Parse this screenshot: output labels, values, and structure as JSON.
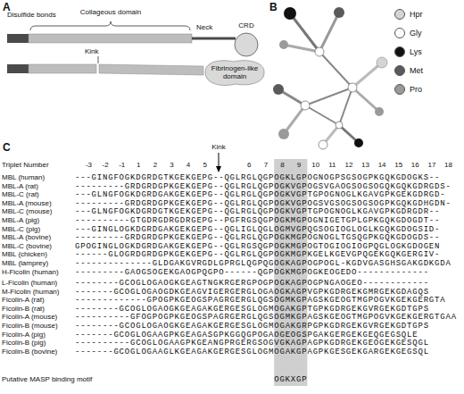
{
  "diagram": {
    "nodes": [
      {
        "text": [
          "CRD"
        ]
      },
      {
        "text": [
          "Fibrinogen-like domain"
        ]
      }
    ],
    "labels": [
      "A",
      "Disulfide bonds",
      "Collageous domain",
      "Neck",
      "Kink",
      "B",
      "C",
      "Kink",
      "Triplet Number",
      "-3",
      "-2",
      "-1",
      "1",
      "2",
      "3",
      "4",
      "5",
      "6",
      "7",
      "8",
      "9",
      "10",
      "11",
      "12",
      "13",
      "14",
      "15",
      "16",
      "17",
      "18",
      "MBL (human)",
      "---GINGFOGKDGRDGTKGEKGEPG--QGLRGLQGPOGKLGPOGNOGPSGSOGPKGQKGDOGKS--",
      "MBL-A (rat)",
      "---------GRDGRDGPKGEKGEPG--QGLRGLQGPOGKVGPOGSVGAOGSOGSOGQKGQKGDRGDS-",
      "MBL-C (rat)",
      "---GLNGFOGKDGRDGAKGEKGEPG--QGLRGLQGPOGKVGPTGPOGNOGLKGAVGPKGEKGDRGD-",
      "MBL-A (mouse)",
      "---------GRDGRDGPKGEKGEPG--QGLRGLQGPOGKVGPOGSVGSOGSOGSOGPKGQKGDHGDN-",
      "MBL-C (mouse)",
      "---GLNGFOGKDGRDGTKGEKGEPG--QGLRGLQGPOGKVGPTGPOGNOGLKGAVGPKGDRGDR--",
      "MBL-A (pig)",
      "----------GTGDRGDRGDRGEPG--PGFRGSQGPOGKMGPOGNIGETGPLGPKGQKGDOGDT--",
      "MBL-C (pig)",
      "---GINGLOGKDGRDGAKGEKGEPG--QGLIGLQGLOGMVGPQGSOGIOGLOGLKGQKGDOGSID-",
      "MBL-A (bovine)",
      "---------GRDGRDGPKGEKGEPG--QGLRGLQGPOGKMGPOGNOGLTGSQGPKGQKGDOGDS--",
      "MBL-C (bovine)",
      "GPOGINGLOGKDGRDGAKGEKGEPG--QGLRGSQGPOGKMGPOGTOGIOGIOGPQGLOGKGDOGEN",
      "MBL (chicken)",
      "------GLOGRDGRDGPKGEKGEPG--QGLRGLQGPOGKMGPKGELKGEVGPQGEKGQKGERGIV-",
      "MBL (lamprey)",
      "--------------GLDGAKGVRGDLGPRGLQGPQGOGKAGPOGPOGL-KGDVGASGHSGAKGDKGDA",
      "H-Ficolin (human)",
      "---------GAOGSOGEKGAOGPQGPO------QGPOGKMGPOGKEOGEDO-------------",
      "L-Ficolin (human)",
      "--------GCOGLOGAOGKGEAGTNGKRGERGPOGPOGKAGPOGPNGAOGEO------------",
      "M-Ficolin (human)",
      "-------GCOGLOGAOGDKGEAGVIGERGERGLOGAOGKAGPVGPKGDRGEKGMRGEKGDAGQS",
      "Ficolin-A (rat)",
      "-------------GPOGPKGEOGSPAGRGERGLQGSOGMKGPAGSKGEOGTMGPOGVKGEKGERGTA",
      "Ficolin-B (rat)",
      "--------GCOGLOGAOGKGEAGAKGERGESGLOGMOGAKGPTGPKGDRGEKGVRGEKGDTGPS",
      "Ficolin-A (mouse)",
      "----------GFOGPOGPKGEOGSPAGRGERGLQGSOGMKGPAGSKGEOGTMGPOGVKGEKGERGTGAA",
      "Ficolin-B (mouse)",
      "--------GCOGLOGAOGKGEAGAKGERGESGLOGMOGAKGRPGPKGDRGEKGVRGEKGDTGPS",
      "Ficolin-A (pig)",
      "-------GCOGLOGAAGPKGEAGASGPKGGQGPOGAOGEOGSPGAKGERGEKGEQGEGSQLE",
      "Ficolin-B (pig)",
      "----------GCOGLOGAAGPKGEANGPRGERGSOGVGKAGPAGPKGDRGEKGEOGEKGESQGL",
      "Ficolin-B (bovine)",
      "-------GCOGLOGAAGLKGEAGAKGERGESGLOGMOGAKGPAGPKGESGEKGARGEKGEGSQL",
      "Putative MASP binding motif",
      "OGKXGP"
    ],
    "legend": [
      {
        "text": "Hpr",
        "color": "#d4d4d4"
      },
      {
        "text": "Gly",
        "color": "#ffffff"
      },
      {
        "text": "Lys",
        "color": "#111111"
      },
      {
        "text": "Met",
        "color": "#5a5a5a"
      },
      {
        "text": "Pro",
        "color": "#9a9a9a"
      }
    ]
  }
}
